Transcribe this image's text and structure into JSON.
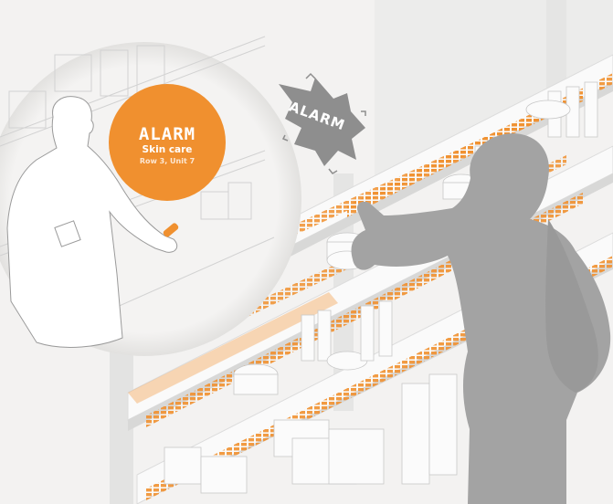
{
  "scene": {
    "description": "Isometric store-shelf illustration: a shopper removes a skin-care product triggering an alarm; a staff member receives the alert on a handheld device.",
    "colors": {
      "background": "#f3f2f1",
      "accent_orange": "#f0902f",
      "shopper_silhouette": "#a3a3a3",
      "burst_gray": "#8e8e8e",
      "line_gray": "#cfcfcf"
    }
  },
  "callout": {
    "title": "ALARM",
    "category": "Skin care",
    "location": "Row 3, Unit 7"
  },
  "burst": {
    "label": "ALARM"
  }
}
